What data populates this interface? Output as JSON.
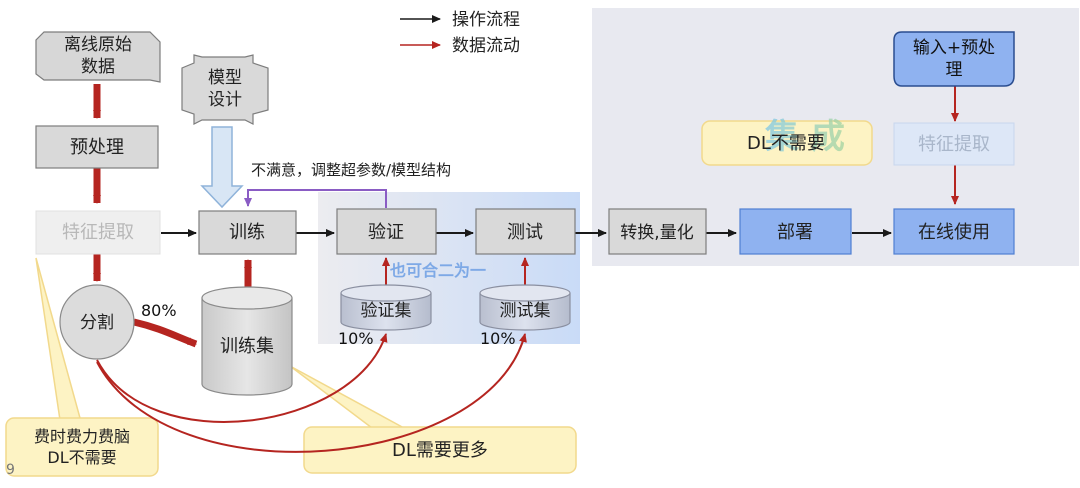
{
  "legend": {
    "operation_flow": "操作流程",
    "data_flow": "数据流动"
  },
  "nodes": {
    "raw_data": "离线原始\n数据",
    "model_design": "模型\n设计",
    "preprocess": "预处理",
    "feature_extract_left": "特征提取",
    "train": "训练",
    "validate": "验证",
    "test": "测试",
    "convert_quantize": "转换,量化",
    "deploy": "部署",
    "online_use": "在线使用",
    "input_preprocess": "输入+预处\n理",
    "feature_extract_right": "特征提取",
    "split": "分割"
  },
  "datasets": {
    "train_set": "训练集",
    "val_set": "验证集",
    "test_set": "测试集"
  },
  "percents": {
    "train": "80%",
    "val": "10%",
    "test": "10%"
  },
  "labels": {
    "feedback": "不满意，调整超参数/模型结构",
    "merge": "也可合二为一",
    "integrate": "集 成"
  },
  "callouts": {
    "dl_not_needed_right": "DL不需要",
    "costly": "费时费力费脑\nDL不需要",
    "dl_needs_more": "DL需要更多"
  },
  "page_number": "9",
  "colors": {
    "operation_arrow": "#1a1a1a",
    "data_arrow": "#b52520",
    "gray_box": "#d9d9d9",
    "blue_box": "#8fb2f0",
    "callout_fill": "#fdf3c4",
    "callout_border": "#f2d98c",
    "panel": "#e8ebf3"
  }
}
